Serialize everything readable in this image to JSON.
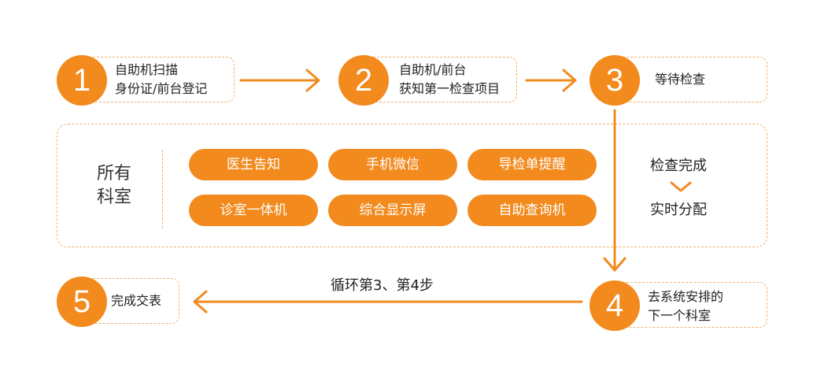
{
  "steps": [
    {
      "number": "1",
      "line1": "自助机扫描",
      "line2": "身份证/前台登记"
    },
    {
      "number": "2",
      "line1": "自助机/前台",
      "line2": "获知第一检查项目"
    },
    {
      "number": "3",
      "line1": "等待检查"
    },
    {
      "number": "4",
      "line1": "去系统安排的",
      "line2": "下一个科室"
    },
    {
      "number": "5",
      "line1": "完成交表"
    }
  ],
  "departments": {
    "label_line1": "所有",
    "label_line2": "科室",
    "items": [
      "医生告知",
      "手机微信",
      "导检单提醒",
      "诊室一体机",
      "综合显示屏",
      "自助查询机"
    ]
  },
  "side": {
    "line1": "检查完成",
    "line2": "实时分配"
  },
  "loop_label": "循环第3、第4步",
  "colors": {
    "accent": "#f28a1e",
    "dashed_border": "#f2b06a"
  }
}
